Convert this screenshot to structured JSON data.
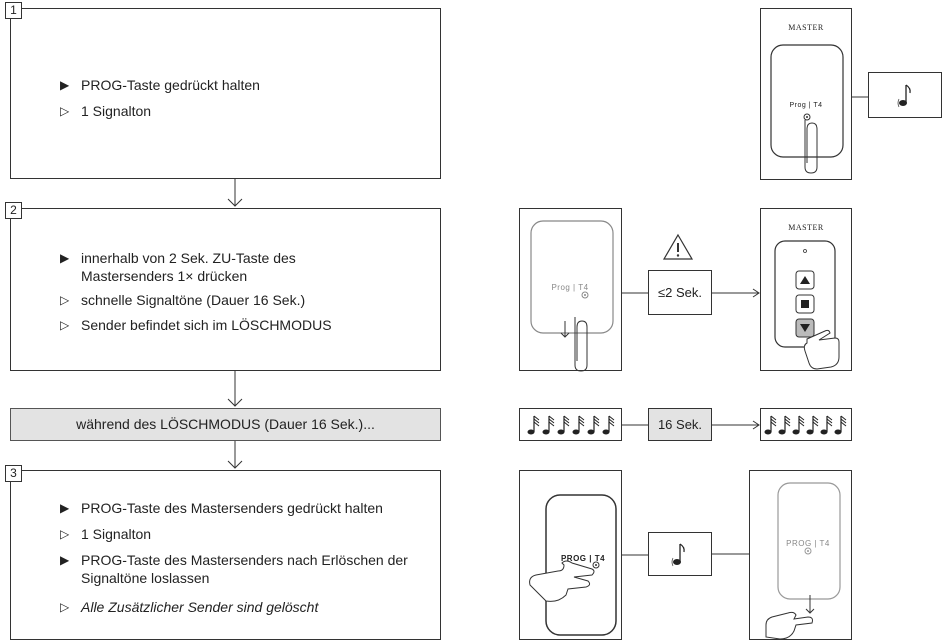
{
  "step1": {
    "number": "1",
    "lines": [
      {
        "symbol": "▶",
        "text": "PROG-Taste gedrückt halten"
      },
      {
        "symbol": "▷",
        "text": "1 Signalton"
      }
    ]
  },
  "step2": {
    "number": "2",
    "lines": [
      {
        "symbol": "▶",
        "text": "innerhalb von 2 Sek. ZU-Taste des"
      },
      {
        "symbol": "",
        "text": "Mastersenders 1× drücken"
      },
      {
        "symbol": "▷",
        "text": "schnelle Signaltöne (Dauer 16 Sek.)"
      },
      {
        "symbol": "▷",
        "text": "Sender befindet sich im LÖSCHMODUS"
      }
    ]
  },
  "banner": "während des LÖSCHMODUS (Dauer 16 Sek.)...",
  "step3": {
    "number": "3",
    "lines": [
      {
        "symbol": "▶",
        "text": "PROG-Taste des Mastersenders gedrückt halten"
      },
      {
        "symbol": "▷",
        "text": "1 Signalton"
      },
      {
        "symbol": "▶",
        "text": "PROG-Taste des Mastersenders nach Erlöschen der"
      },
      {
        "symbol": "",
        "text": "Signaltöne loslassen"
      },
      {
        "symbol": "▷",
        "text": "Alle Zusätzlicher Sender sind gelöscht"
      }
    ]
  },
  "illustrations": {
    "master_label": "MASTER",
    "prog_t4": "Prog | T4",
    "prog_t4_caps": "PROG | T4",
    "time_2sec": "≤2 Sek.",
    "time_16sec": "16 Sek.",
    "warning_icon": "warning-triangle-icon",
    "note_icon": "music-note-icon"
  }
}
